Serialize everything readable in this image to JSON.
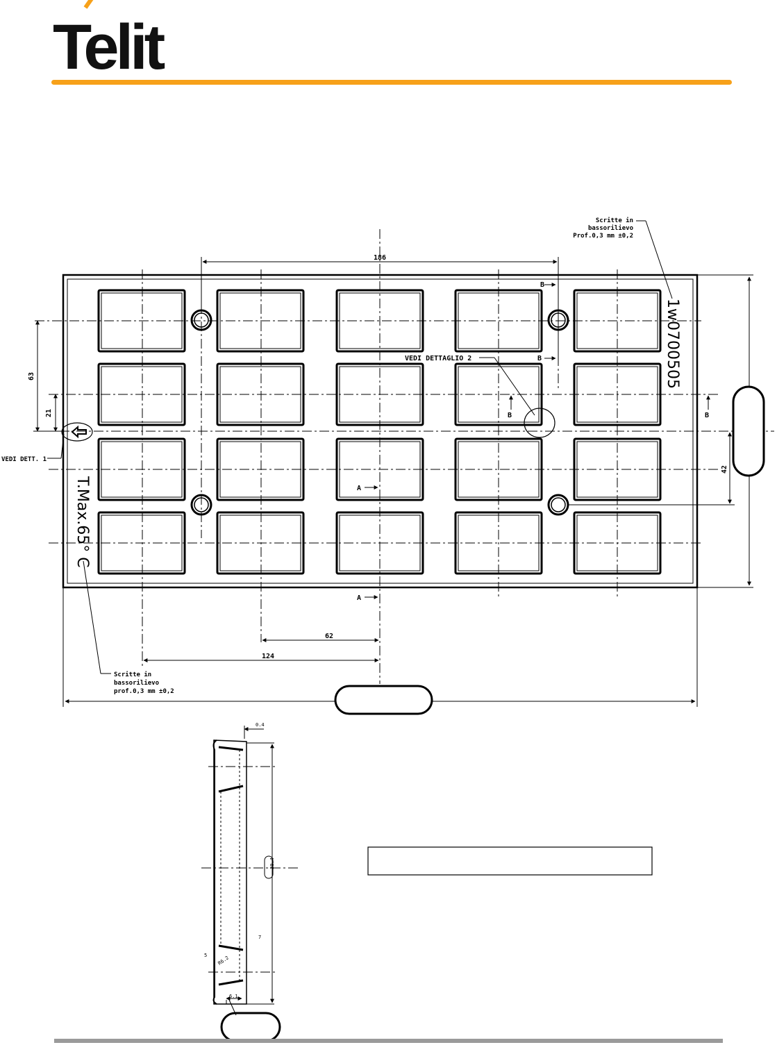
{
  "header": {
    "logo_text": "Telit",
    "accent_color": "#f7a11a",
    "rule_color": "#f7a11a",
    "footer_rule_color": "#9a9a9a"
  },
  "drawing": {
    "note_top": [
      "Scritte in",
      "bassorilievo",
      "Prof.0,3 mm ±0,2"
    ],
    "note_bottom": [
      "Scritte in",
      "bassorilievo",
      "prof.0,3 mm ±0,2"
    ],
    "part_code": "1w0700505",
    "temp_mark": "T.Max.65° C",
    "detail_2_label": "VEDI DETTAGLIO 2",
    "detail_1_label": "VEDI DETT. 1",
    "dim_186": "186",
    "dim_63": "63",
    "dim_21": "21",
    "dim_42": "42",
    "dim_62": "62",
    "dim_124": "124",
    "section_a": "A",
    "section_b": "B",
    "section_side_dims": [
      "0.4",
      "6.1",
      "30.4"
    ],
    "side_small_labels": [
      "7",
      "5",
      "R6.2"
    ]
  }
}
